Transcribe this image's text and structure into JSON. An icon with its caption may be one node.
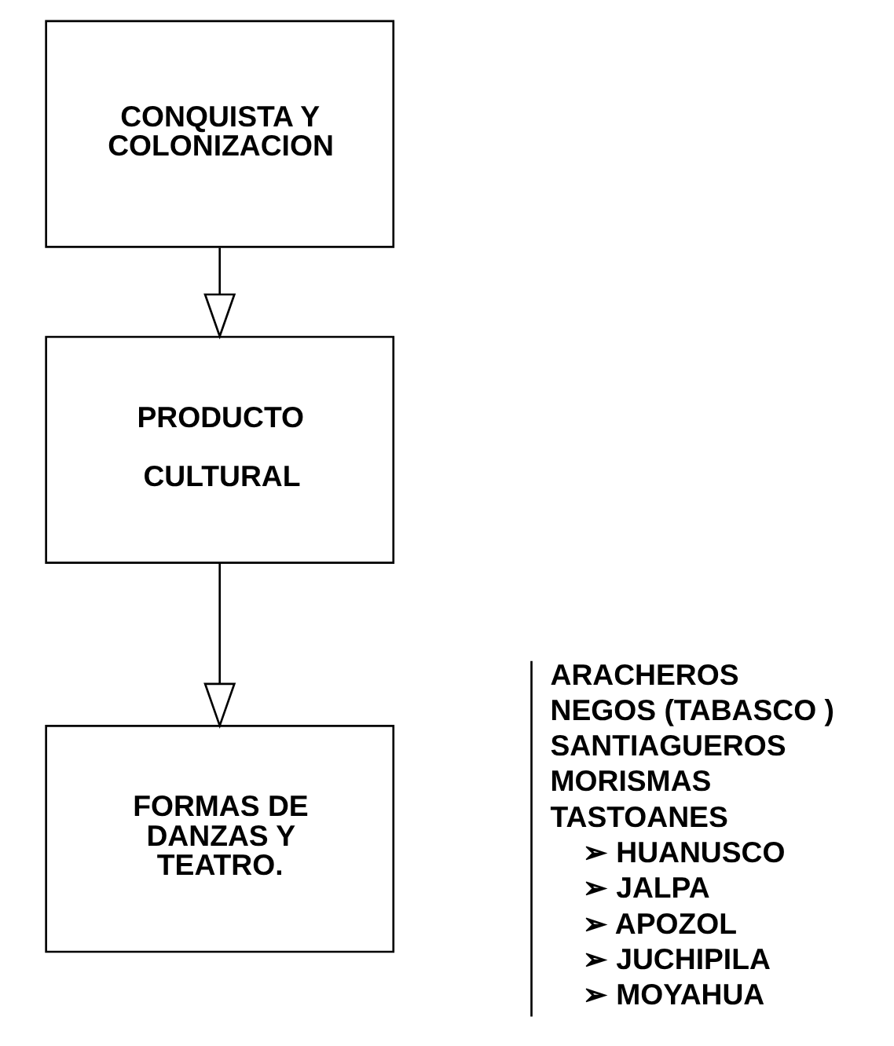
{
  "diagram": {
    "nodes": [
      {
        "text": [
          "CONQUISTA Y COLONIZACION"
        ]
      },
      {
        "text": [
          "PRODUCTO",
          "CULTURAL"
        ]
      },
      {
        "text": [
          "FORMAS DE DANZAS Y TEATRO."
        ]
      }
    ],
    "edges": [
      {
        "from": 0,
        "to": 1,
        "arrow": "to"
      },
      {
        "from": 1,
        "to": 2,
        "arrow": "to"
      }
    ],
    "labels": [
      "ARACHEROS",
      "NEGOS (TABASCO )",
      "SANTIAGUEROS",
      "MORISMAS",
      "TASTOANES",
      "➢ HUANUSCO",
      "➢ JALPA",
      "➢ APOZOL",
      "➢ JUCHIPILA",
      "➢ MOYAHUA"
    ]
  }
}
